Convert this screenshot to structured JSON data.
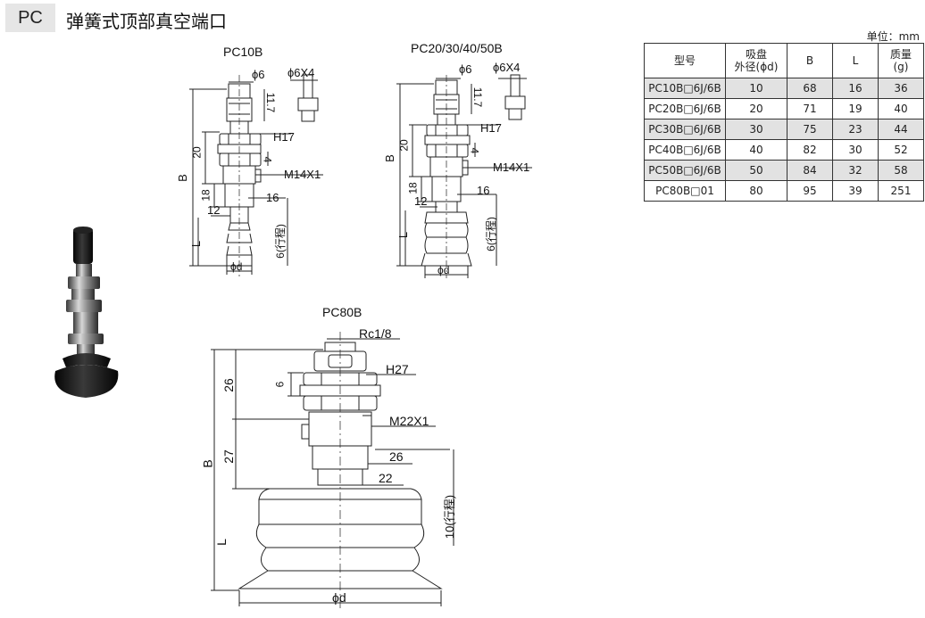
{
  "header": {
    "code": "PC",
    "title": "弹簧式顶部真空端口"
  },
  "unit": "单位：mm",
  "diagrams": {
    "pc10b": {
      "label": "PC10B",
      "dims": {
        "d6": "ϕ6",
        "d6x4": "ϕ6X4",
        "v11_7": "11.7",
        "v20": "20",
        "h17": "H17",
        "v4": "4",
        "m14": "M14X1",
        "b": "B",
        "v18": "18",
        "v16": "16",
        "v12": "12",
        "l": "L",
        "stroke": "6(行程)",
        "phid": "ϕd"
      }
    },
    "pc20": {
      "label": "PC20/30/40/50B",
      "dims": {
        "d6": "ϕ6",
        "d6x4": "ϕ6X4",
        "v11_7": "11.7",
        "v20": "20",
        "h17": "H17",
        "v4": "4",
        "m14": "M14X1",
        "b": "B",
        "v18": "18",
        "v16": "16",
        "v12": "12",
        "l": "L",
        "stroke": "6(行程)",
        "phid": "ϕd"
      }
    },
    "pc80b": {
      "label": "PC80B",
      "dims": {
        "rc": "Rc1/8",
        "h27": "H27",
        "v6": "6",
        "v26": "26",
        "m22": "M22X1",
        "b": "B",
        "v27": "27",
        "w26": "26",
        "w22": "22",
        "l": "L",
        "stroke": "10(行程)",
        "phid": "ϕd"
      }
    }
  },
  "table": {
    "headers": {
      "model": "型号",
      "dia_line1": "吸盘",
      "dia_line2": "外径(ϕd)",
      "b": "B",
      "l": "L",
      "mass_line1": "质量",
      "mass_line2": "(g)"
    },
    "rows": [
      {
        "model": "PC10B□6J/6B",
        "d": "10",
        "b": "68",
        "l": "16",
        "mass": "36"
      },
      {
        "model": "PC20B□6J/6B",
        "d": "20",
        "b": "71",
        "l": "19",
        "mass": "40"
      },
      {
        "model": "PC30B□6J/6B",
        "d": "30",
        "b": "75",
        "l": "23",
        "mass": "44"
      },
      {
        "model": "PC40B□6J/6B",
        "d": "40",
        "b": "82",
        "l": "30",
        "mass": "52"
      },
      {
        "model": "PC50B□6J/6B",
        "d": "50",
        "b": "84",
        "l": "32",
        "mass": "58"
      },
      {
        "model": "PC80B□01",
        "d": "80",
        "b": "95",
        "l": "39",
        "mass": "251"
      }
    ]
  }
}
